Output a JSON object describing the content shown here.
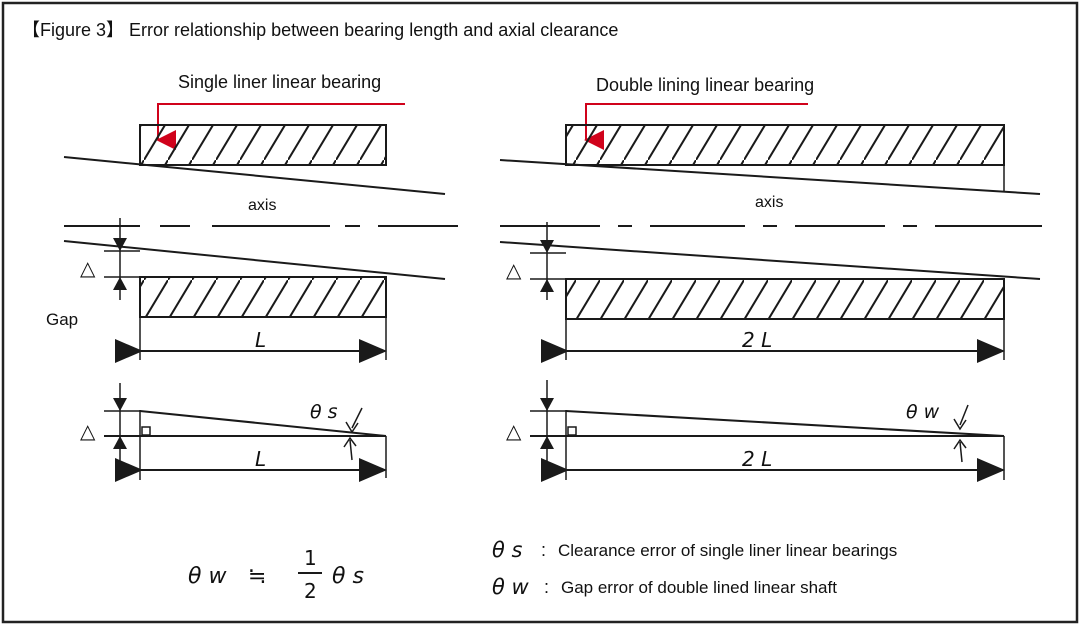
{
  "figure_title": "【Figure 3】 Error relationship between bearing length and axial clearance",
  "left_panel": {
    "title": "Single liner linear bearing",
    "axis_label": "axis",
    "gap_label": "Gap",
    "delta_symbol": "△",
    "length_label": "L",
    "angle_label": "θ s"
  },
  "right_panel": {
    "title": "Double lining linear bearing",
    "axis_label": "axis",
    "delta_symbol": "△",
    "length_label": "2 L",
    "angle_label": "θ w"
  },
  "formula": {
    "lhs": "θ w",
    "approx": "≒",
    "numerator": "1",
    "denominator": "2",
    "rhs": "θ s"
  },
  "legend": [
    {
      "symbol": "θ s",
      "separator": ":",
      "text": "Clearance error of single liner linear bearings"
    },
    {
      "symbol": "θ w",
      "separator": ":",
      "text": "Gap error of double lined linear shaft"
    }
  ],
  "colors": {
    "border": "#222222",
    "line": "#1a1a1a",
    "accent_red": "#d0021b"
  }
}
